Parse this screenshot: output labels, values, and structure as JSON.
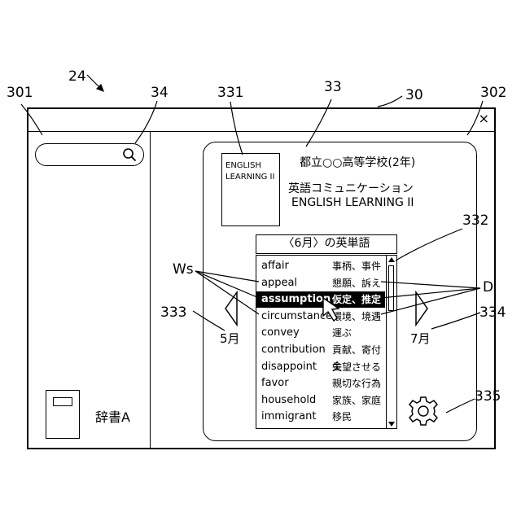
{
  "callouts": {
    "device": "24",
    "window": "30",
    "panel": "33",
    "side_area": "301",
    "main_area": "302",
    "search": "34",
    "cover": "331",
    "word_list": "332",
    "prev_button": "333",
    "next_button": "334",
    "settings": "335",
    "words": "Ws",
    "definitions": "D"
  },
  "window": {
    "close_glyph": "×"
  },
  "sidebar": {
    "search_placeholder": "",
    "dictionary_label": "辞書A"
  },
  "textbook": {
    "cover_title": "ENGLISH LEARNING II",
    "school": "都立○○高等学校(2年)",
    "subject_jp": "英語コミュニケーション",
    "subject_en": "ENGLISH LEARNING II"
  },
  "word_list": {
    "title": "〈6月〉の英単語",
    "selected_index": 2,
    "rows": [
      {
        "word": "affair",
        "meaning": "事柄、事件"
      },
      {
        "word": "appeal",
        "meaning": "懇願、訴え"
      },
      {
        "word": "assumption",
        "meaning": "仮定、推定"
      },
      {
        "word": "circumstance",
        "meaning": "環境、境遇"
      },
      {
        "word": "convey",
        "meaning": "運ぶ"
      },
      {
        "word": "contribution",
        "meaning": "貢献、寄付金"
      },
      {
        "word": "disappoint",
        "meaning": "失望させる"
      },
      {
        "word": "favor",
        "meaning": "親切な行為"
      },
      {
        "word": "household",
        "meaning": "家族、家庭"
      },
      {
        "word": "immigrant",
        "meaning": "移民"
      }
    ]
  },
  "navigation": {
    "prev_label": "5月",
    "next_label": "7月"
  },
  "icons": {
    "search": "search-icon",
    "close": "close-icon",
    "dictionary": "book-icon",
    "prev": "triangle-left-icon",
    "next": "triangle-right-icon",
    "settings": "gear-icon",
    "cursor": "pointer-arrow-icon"
  }
}
